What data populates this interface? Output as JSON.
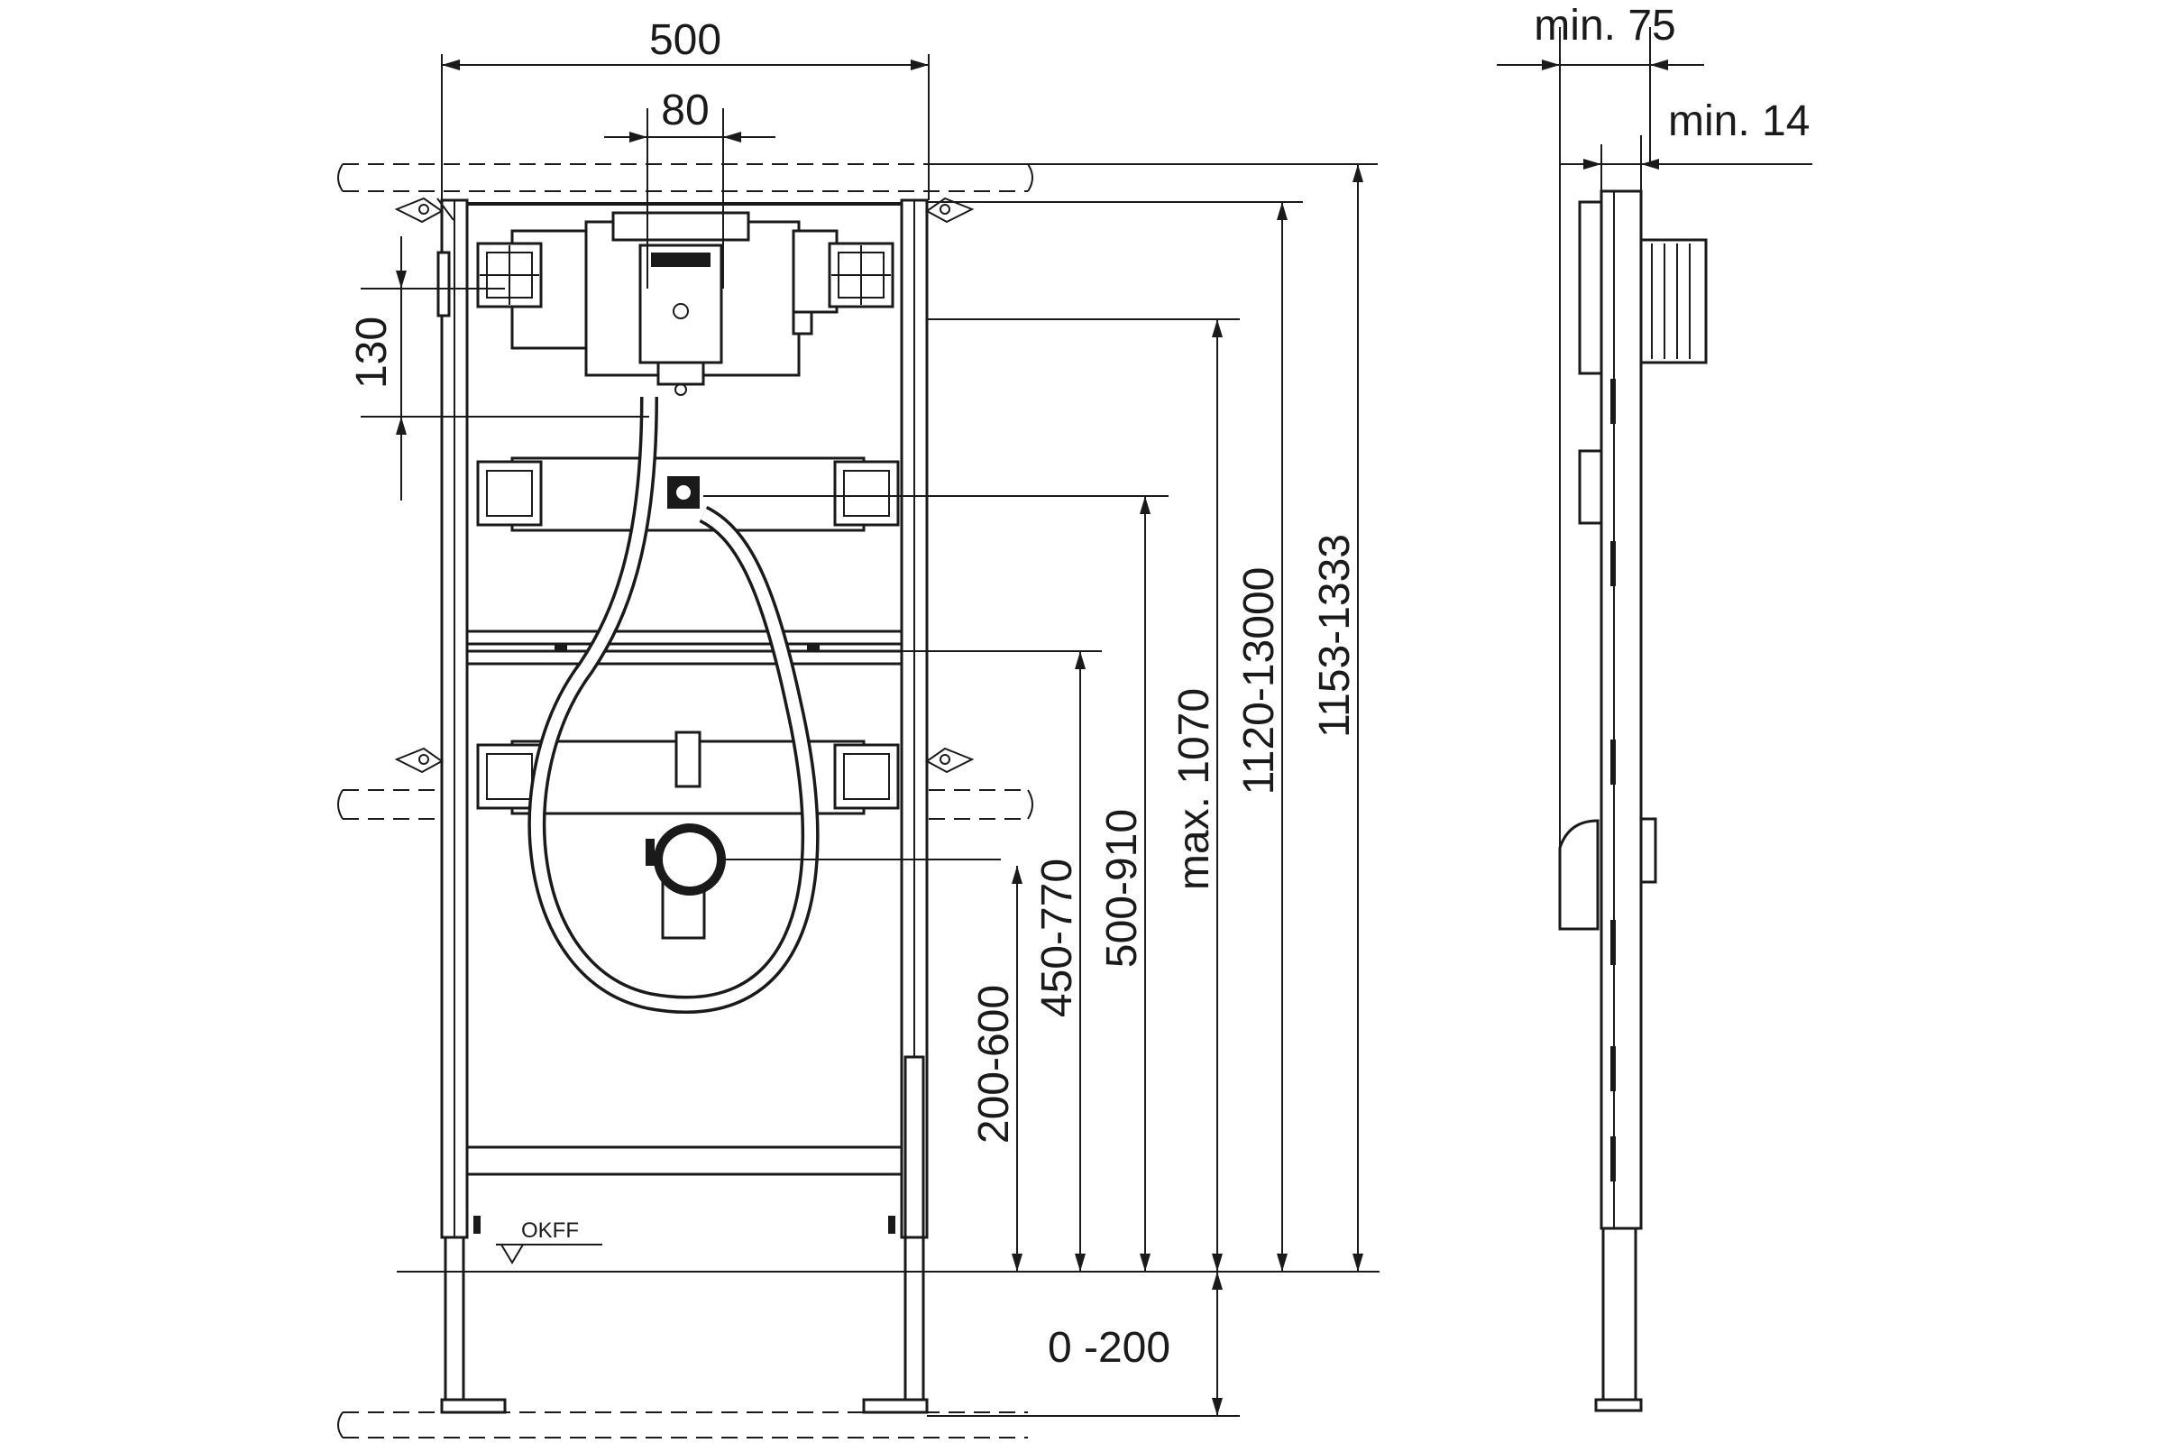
{
  "labels": {
    "width_500": "500",
    "width_80": "80",
    "h_130": "130",
    "h_200_600": "200-600",
    "h_450_770": "450-770",
    "h_500_910": "500-910",
    "h_max_1070": "max. 1070",
    "h_1120_13000": "1120-13000",
    "h_1153_1333": "1153-1333",
    "h_0_200": "0 -200",
    "min_75": "min. 75",
    "min_14": "min. 14",
    "okff": "OKFF"
  },
  "colors": {
    "line": "#1a1a1a",
    "background": "#ffffff"
  }
}
